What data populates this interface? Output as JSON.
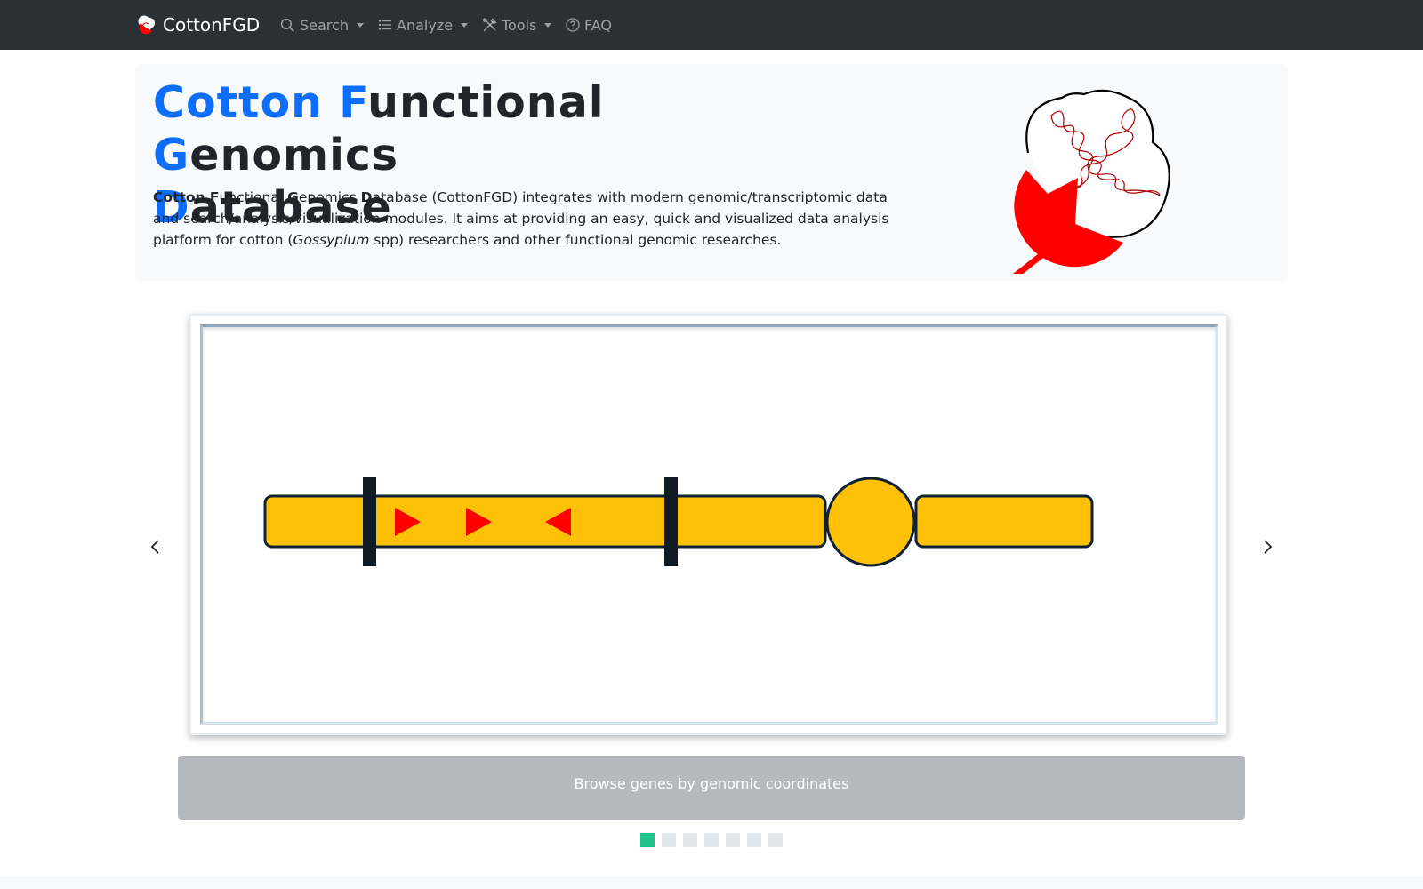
{
  "navbar": {
    "brand": "CottonFGD",
    "items": [
      {
        "label": "Search",
        "icon": "search-icon",
        "dropdown": true
      },
      {
        "label": "Analyze",
        "icon": "list-icon",
        "dropdown": true
      },
      {
        "label": "Tools",
        "icon": "tools-icon",
        "dropdown": true
      },
      {
        "label": "FAQ",
        "icon": "question-circle-icon",
        "dropdown": false
      }
    ]
  },
  "hero": {
    "title": {
      "w1_hl": "Cotton F",
      "w1_rest": "unctional ",
      "w2_hl": "G",
      "w2_rest": "enomics",
      "w3_hl": "D",
      "w3_rest": "atabase"
    },
    "desc": {
      "b1": "Cotton F",
      "t1": "unctional ",
      "b2": "G",
      "t2": "enomics ",
      "b3": "D",
      "t3": "atabase (CottonFGD) integrates with modern genomic/transcriptomic data and search/analysis/visualization modules. It aims at providing an easy, quick and visualized data analysis platform for cotton (",
      "italic": "Gossypium",
      "t4": " spp) researchers and other functional genomic researches."
    }
  },
  "carousel": {
    "caption": "Browse genes by genomic coordinates",
    "slide_count": 7,
    "active_index": 0
  },
  "colors": {
    "navbar_bg": "#2b3035",
    "highlight_blue": "#0d6efd",
    "chromosome_fill": "#ffc107",
    "marker_red": "#ff0000",
    "indicator_active": "#20c18a"
  }
}
